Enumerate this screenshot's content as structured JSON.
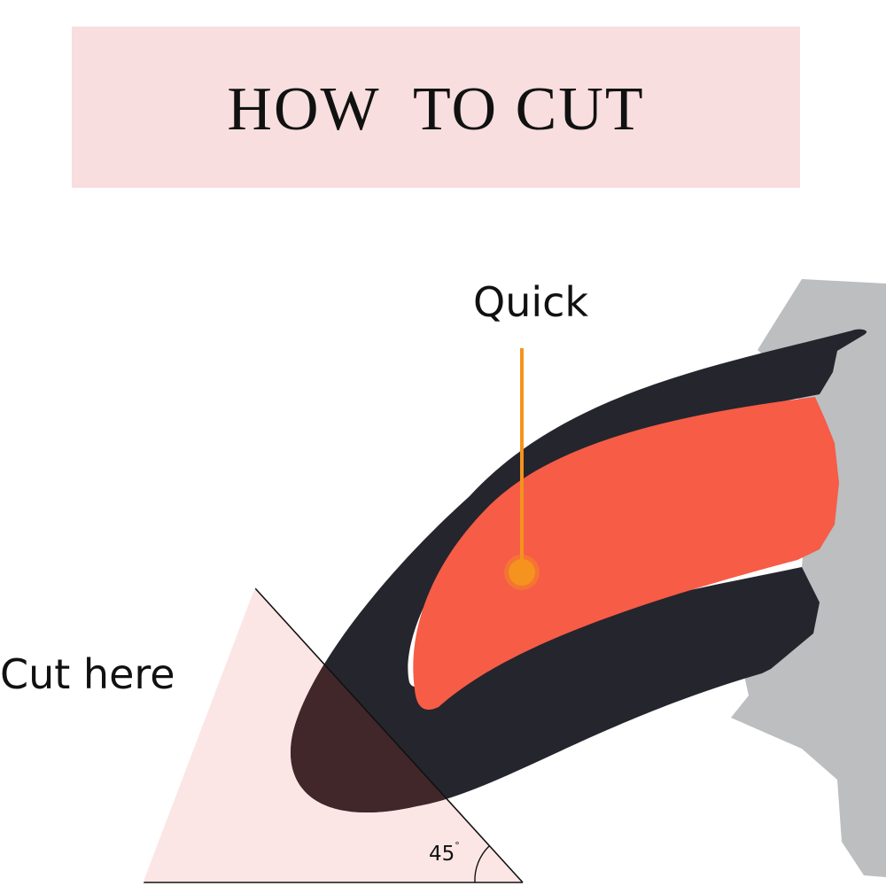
{
  "title": "HOW  TO CUT",
  "labels": {
    "quick": "Quick",
    "cut_here": "Cut here",
    "angle_value": "45",
    "angle_unit": "°"
  },
  "colors": {
    "banner": "#f8dede",
    "triangle": "#fce6e5",
    "nail": "#25252d",
    "quick": "#f65c46",
    "tip": "#41272a",
    "paw": "#bcbec0",
    "pointer": "#f5931e"
  }
}
